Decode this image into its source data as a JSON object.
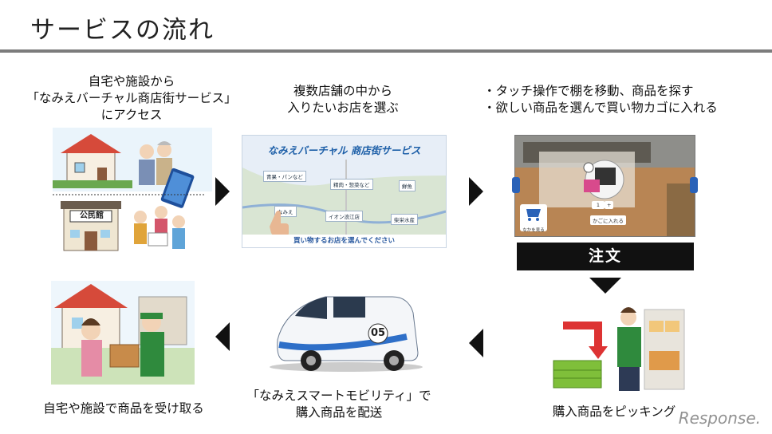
{
  "title": "サービスの流れ",
  "steps": [
    {
      "lines": [
        "自宅や施設から",
        "「なみえバーチャル商店街サービス」",
        "にアクセス"
      ]
    },
    {
      "lines": [
        "複数店舗の中から",
        "入りたいお店を選ぶ"
      ]
    },
    {
      "lines": [
        "・タッチ操作で棚を移動、商品を探す",
        "・欲しい商品を選んで買い物カゴに入れる"
      ]
    },
    {
      "lines": [
        "購入商品をピッキング"
      ]
    },
    {
      "lines": [
        "「なみえスマートモビリティ」で",
        "購入商品を配送"
      ]
    },
    {
      "lines": [
        "自宅や施設で商品を受け取る"
      ]
    }
  ],
  "order_label": "注文",
  "illustrations": {
    "community_sign": "公民館",
    "shop_banner": "なみえバーチャル 商店街サービス",
    "shop_footer": "買い物するお店を選んでください",
    "shop_pins": [
      "青果・パンなど",
      "精肉・惣菜など",
      "鮮魚",
      "なみえ",
      "イオン浪江店",
      "柴栄水産"
    ],
    "cart_label": "なかを見る",
    "add_label": "かごに入れる",
    "qty": "1",
    "van_number": "05"
  },
  "watermark": "Response."
}
